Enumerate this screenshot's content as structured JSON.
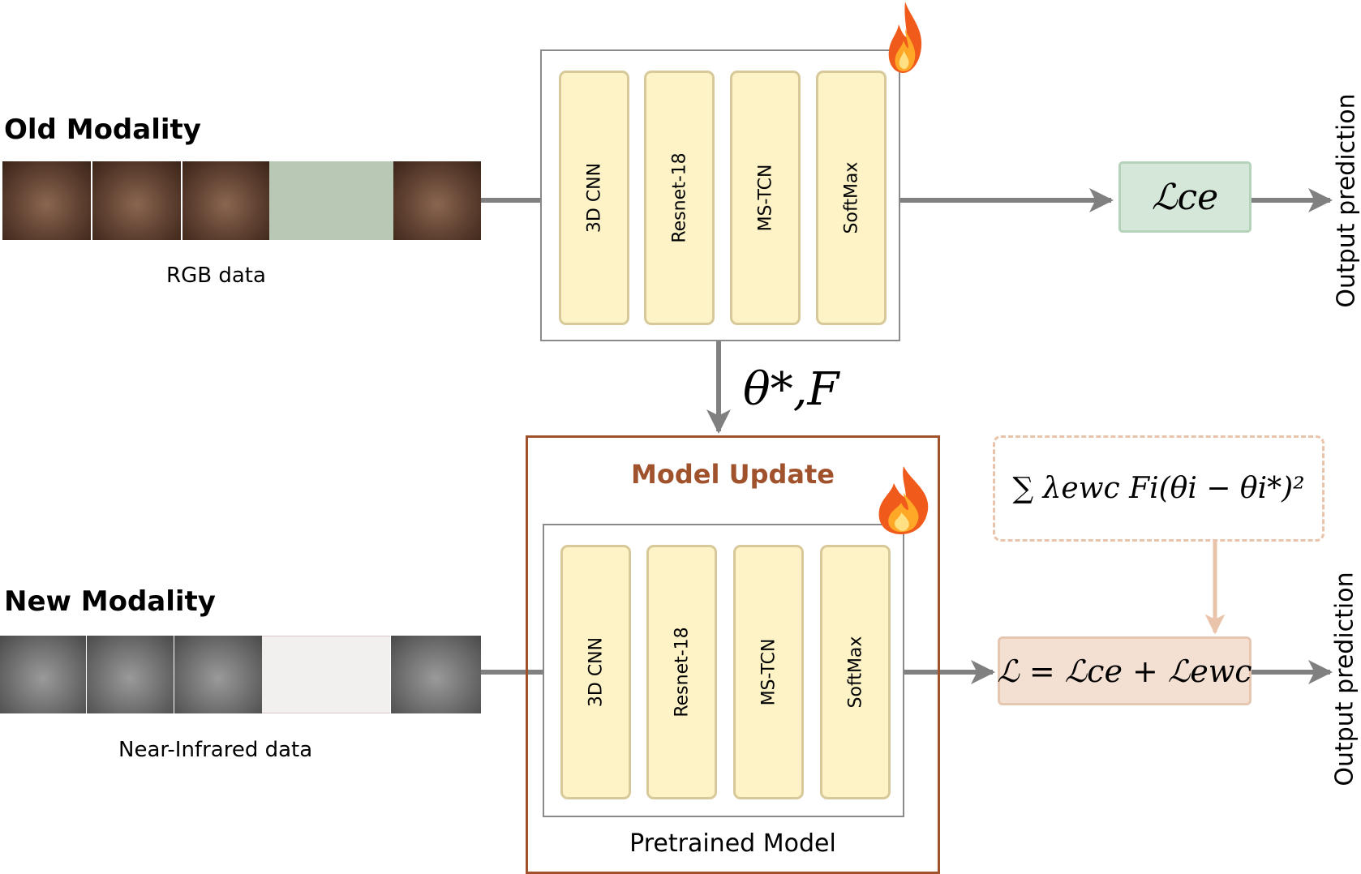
{
  "old_modality": {
    "heading": "Old Modality",
    "caption": "RGB data"
  },
  "new_modality": {
    "heading": "New Modality",
    "caption": "Near-Infrared data"
  },
  "blocks": [
    "3D CNN",
    "Resnet-18",
    "MS-TCN",
    "SoftMax"
  ],
  "transfer_label": "θ*,F",
  "model_update": {
    "title": "Model Update",
    "inner_caption": "Pretrained Model"
  },
  "loss_ce": "ℒce",
  "loss_total": "ℒ = ℒce + ℒewc",
  "ewc_term": "∑ λewc Fi(θi − θi*)²",
  "output_label": "Output prediction",
  "colors": {
    "block_fill": "#fdf3c6",
    "loss_ce_fill": "#d5e7d8",
    "loss_total_fill": "#f4e0d2",
    "model_update_border": "#a0522d",
    "ewc_border": "#e9c4aa",
    "arrow": "#808080"
  }
}
